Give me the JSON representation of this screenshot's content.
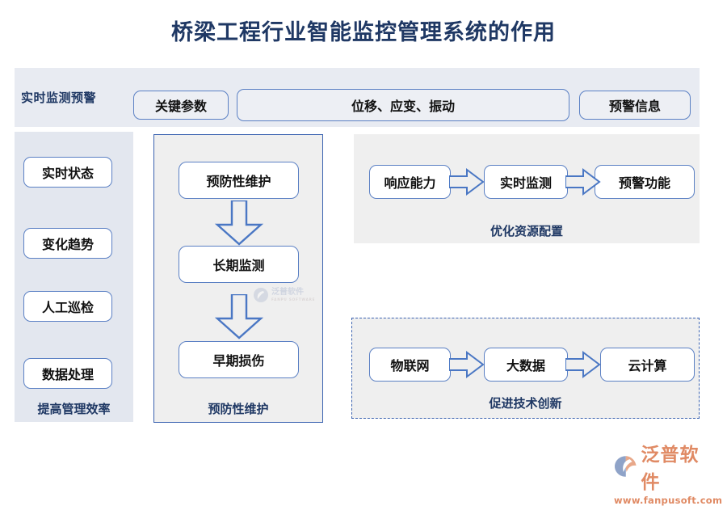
{
  "title": "桥梁工程行业智能监控管理系统的作用",
  "header": {
    "label": "实时监测预警",
    "pills": [
      {
        "label": "关键参数"
      },
      {
        "label": "位移、应变、振动"
      },
      {
        "label": "预警信息"
      }
    ]
  },
  "sidebar": {
    "items": [
      {
        "label": "实时状态"
      },
      {
        "label": "变化趋势"
      },
      {
        "label": "人工巡检"
      },
      {
        "label": "数据处理"
      }
    ],
    "footer": "提高管理效率"
  },
  "center_panel": {
    "boxes": [
      {
        "label": "预防性维护"
      },
      {
        "label": "长期监测"
      },
      {
        "label": "早期损伤"
      }
    ],
    "footer": "预防性维护",
    "watermark": {
      "text": "泛普软件",
      "sub": "FANPU SOFTWARE"
    }
  },
  "top_right_panel": {
    "boxes": [
      {
        "label": "响应能力"
      },
      {
        "label": "实时监测"
      },
      {
        "label": "预警功能"
      }
    ],
    "footer": "优化资源配置"
  },
  "bottom_right_panel": {
    "boxes": [
      {
        "label": "物联网"
      },
      {
        "label": "大数据"
      },
      {
        "label": "云计算"
      }
    ],
    "footer": "促进技术创新"
  },
  "logo": {
    "text": "泛普软件",
    "url": "www.fanpusoft.com"
  },
  "colors": {
    "title": "#1F3864",
    "box_border": "#5B80C4",
    "panel_border": "#3A62B0",
    "header_band": "#E8EBF2",
    "sidebar_bg": "#E3E7EF",
    "panel_bg": "#EFEFEF",
    "logo": "#E08A64"
  }
}
